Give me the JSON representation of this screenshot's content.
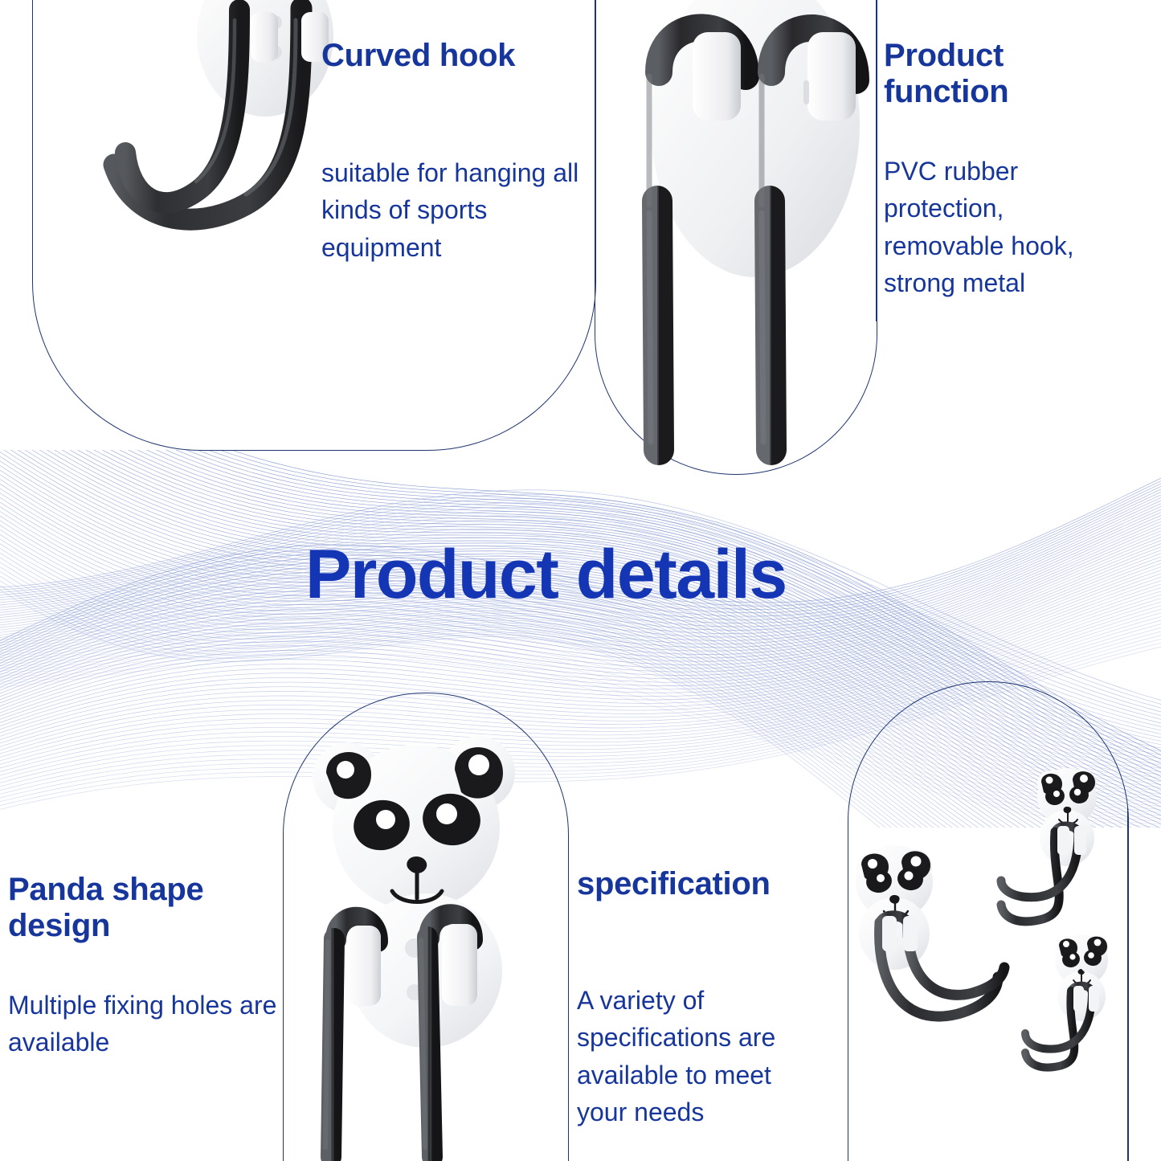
{
  "theme": {
    "text_blue": "#17369c",
    "title_blue": "#1536b4",
    "panel_border": "#1f3570",
    "wave_blue": "#4763b8",
    "background": "#ffffff",
    "hook_black": "#3a3a3c",
    "plate_white": "#f2f3f5"
  },
  "sections": {
    "curved_hook": {
      "heading": "Curved hook",
      "body": "suitable for hanging all kinds of sports equipment",
      "art_name": "curved-hook-photo"
    },
    "product_function": {
      "heading": "Product function",
      "body": "PVC rubber protection, removable hook, strong metal",
      "art_name": "product-function-photo"
    },
    "panda_shape": {
      "heading": "Panda shape design",
      "body": "Multiple fixing holes are available",
      "art_name": "panda-hook-photo"
    },
    "specification": {
      "heading": "specification",
      "body": "A variety of specifications are available to meet your needs",
      "art_name": "specification-group-photo"
    }
  },
  "banner": {
    "title": "Product details"
  }
}
